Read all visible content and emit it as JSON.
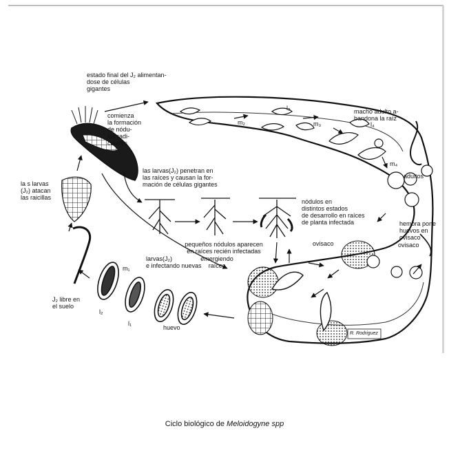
{
  "caption": {
    "prefix": "Ciclo biológico de ",
    "species": "Meloidogyne spp"
  },
  "signature": "R. Rodriguez",
  "labels": {
    "estado_final": "estado final del J₂ alimentan-\ndose de células\ngigantes",
    "comienza": "comienza\nla formación\nde nódu-\nlos radi-\nculares",
    "macho": "macho adulto a-\nbandona la raíz",
    "m2": "m₂",
    "m3": "m₃",
    "l3": "l₃",
    "l4": "l₄",
    "m4": "m₄",
    "adultos": "adultos",
    "larvas_penetran": "las larvas(J₂) penetran en\nlas raíces y causan la for-\nmación de células gigantes",
    "larvas_atacan": "la s larvas\n(J₂) atacan\nlas raicillas",
    "nodulos": "nódulos en\ndistintos estados\nde desarrollo en raíces\nde planta infectada",
    "hembra": "hembra pone\nhuevos en\novisaco",
    "ovisaco_left": "ovisaco",
    "ovisaco_right": "ovisaco",
    "pequenos": "pequeños nódulos aparecen\nen raíces recién infectadas",
    "emergiendo": "emergiendo\nraíces",
    "larvas_j2": "larvas(J₂)\ne infectando nuevas",
    "m1": "m₁",
    "l2": "l₂",
    "l1": "l₁",
    "j2_libre": "J₂ libre en\nel suelo",
    "huevo": "huevo"
  }
}
